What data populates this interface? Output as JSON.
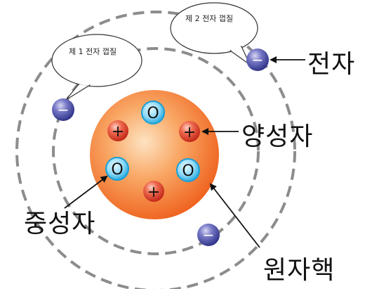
{
  "labels": {
    "shell1": "제 1 전자 껍질",
    "shell2": "제 2 전자 껍질",
    "electron": "전자",
    "proton": "양성자",
    "neutron": "중성자",
    "nucleus": "원자핵"
  },
  "symbols": {
    "electron": "−",
    "proton": "+",
    "neutron": "O"
  },
  "colors": {
    "shell": "#8c8c8c",
    "nucleus_outer": "#f26a22",
    "nucleus_inner": "#fcd3a6",
    "electron": "#4b4fa8",
    "proton": "#e4452d",
    "neutron_ring": "#3fb8e8",
    "arrow": "#111111"
  }
}
